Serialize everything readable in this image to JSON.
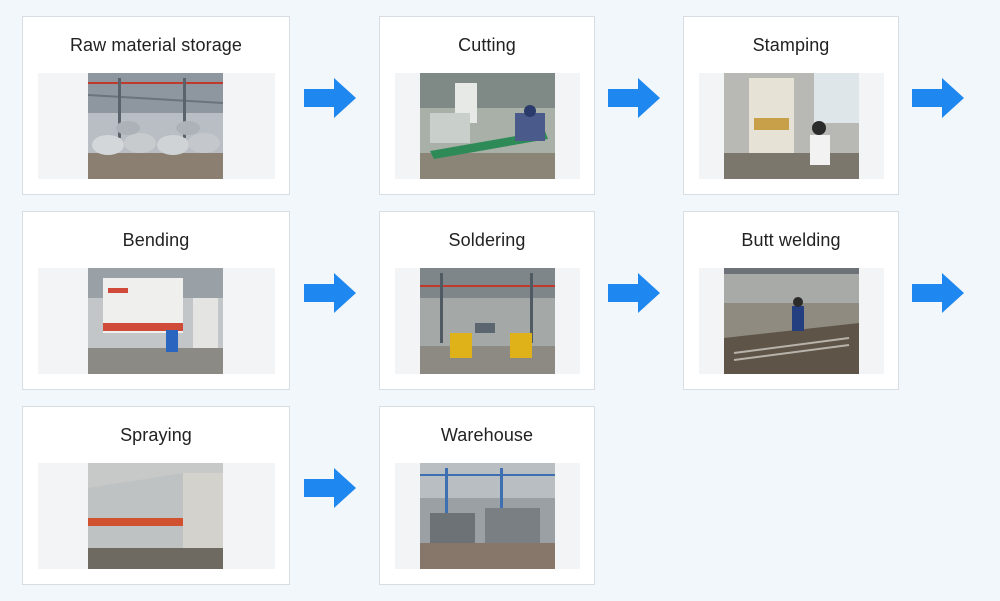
{
  "steps": [
    {
      "label": "Raw material storage",
      "image": "coil-warehouse-photo"
    },
    {
      "label": "Cutting",
      "image": "cutting-line-photo"
    },
    {
      "label": "Stamping",
      "image": "stamping-press-photo"
    },
    {
      "label": "Bending",
      "image": "press-brake-photo"
    },
    {
      "label": "Soldering",
      "image": "welding-workshop-photo"
    },
    {
      "label": "Butt welding",
      "image": "butt-welding-photo"
    },
    {
      "label": "Spraying",
      "image": "spray-booth-photo"
    },
    {
      "label": "Warehouse",
      "image": "warehouse-photo"
    }
  ],
  "colors": {
    "arrow": "#1e88f0",
    "background": "#f2f7fb",
    "card_border": "#d7dde3"
  },
  "icons": {
    "arrow": "arrow-right-icon"
  }
}
